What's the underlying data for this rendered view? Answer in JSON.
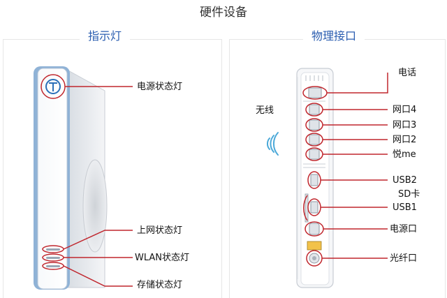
{
  "page_title": "硬件设备",
  "left_panel": {
    "title": "指示灯",
    "labels": [
      "电源状态灯",
      "上网状态灯",
      "WLAN状态灯",
      "存储状态灯"
    ]
  },
  "right_panel": {
    "title": "物理接口",
    "wireless_label": "无线",
    "labels": [
      "电话",
      "网口4",
      "网口3",
      "网口2",
      "悦me",
      "USB2",
      "SD卡",
      "USB1",
      "电源口",
      "光纤口"
    ]
  },
  "colors": {
    "title_blue": "#2a5db0",
    "callout_red": "#c0262d",
    "wifi_blue": "#4aa8d8"
  }
}
